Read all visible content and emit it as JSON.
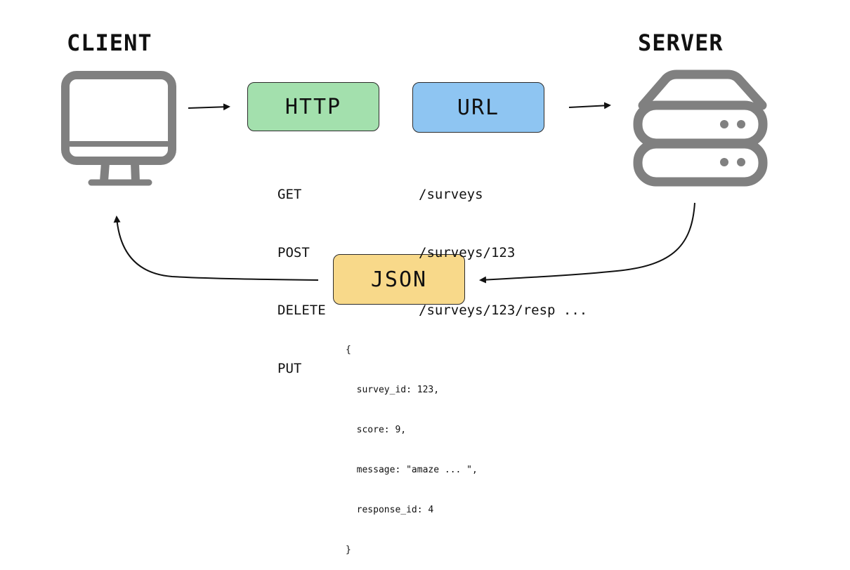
{
  "client": {
    "title": "CLIENT",
    "icon": "computer-monitor-icon"
  },
  "server": {
    "title": "SERVER",
    "icon": "server-stack-icon"
  },
  "http": {
    "label": "HTTP",
    "color": "#a3e0ad",
    "methods": [
      "GET",
      "POST",
      "DELETE",
      "PUT"
    ]
  },
  "url": {
    "label": "URL",
    "color": "#8ec5f2",
    "paths": [
      "/surveys",
      "/surveys/123",
      "/surveys/123/resp ..."
    ]
  },
  "json": {
    "label": "JSON",
    "color": "#f8d98a",
    "lines": [
      "{",
      "  survey_id: 123,",
      "  score: 9,",
      "  message: \"amaze ... \",",
      "  response_id: 4",
      "}"
    ]
  },
  "colors": {
    "icon_gray": "#808080",
    "arrow": "#111111"
  }
}
